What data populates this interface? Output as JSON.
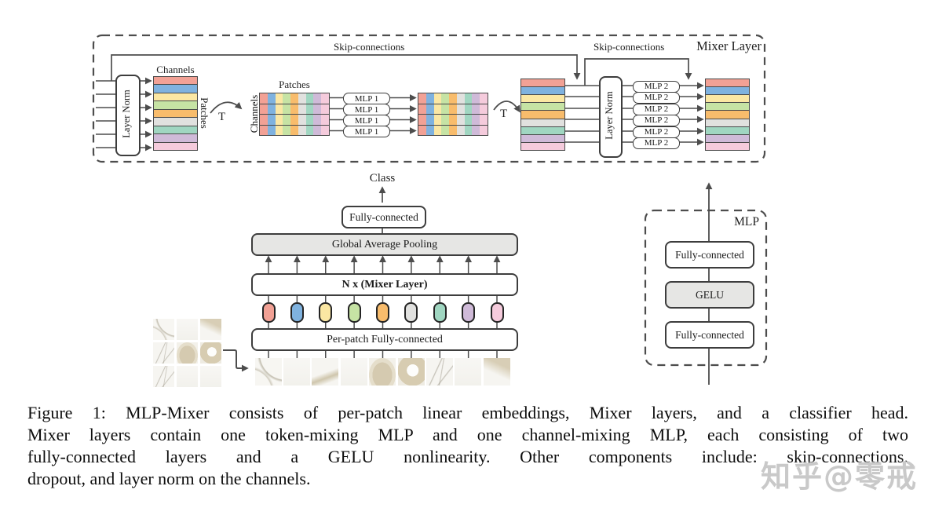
{
  "mixer": {
    "title": "Mixer Layer",
    "skip1": "Skip-connections",
    "skip2": "Skip-connections",
    "ln1": "Layer Norm",
    "ln2": "Layer Norm",
    "m1_top": "Channels",
    "m1_side": "Patches",
    "m2_top": "Patches",
    "m2_side": "Channels",
    "t1": "T",
    "t2": "T",
    "mlp1": [
      "MLP 1",
      "MLP 1",
      "MLP 1",
      "MLP 1"
    ],
    "mlp2": [
      "MLP 2",
      "MLP 2",
      "MLP 2",
      "MLP 2",
      "MLP 2",
      "MLP 2"
    ]
  },
  "arch": {
    "class_label": "Class",
    "fc": "Fully-connected",
    "gap": "Global Average Pooling",
    "mixer_stack": "N x (Mixer Layer)",
    "per_patch": "Per-patch Fully-connected"
  },
  "mlp_block": {
    "title": "MLP",
    "fc_top": "Fully-connected",
    "gelu": "GELU",
    "fc_bottom": "Fully-connected"
  },
  "palette": [
    "#F2A195",
    "#7FB2DF",
    "#FBE7A3",
    "#C6E3A4",
    "#F8BC6C",
    "#E1E1DF",
    "#A0D6C1",
    "#CFBAD8",
    "#F5CBDC"
  ],
  "line_color": "#4d4d4d",
  "caption": {
    "line1": "Figure 1: MLP-Mixer consists of per-patch linear embeddings, Mixer layers, and a classifier head.",
    "line2": "Mixer layers contain one token-mixing MLP and one channel-mixing MLP, each consisting of two",
    "line3": "fully-connected layers and a GELU nonlinearity.  Other components include:  skip-connections,",
    "line4": "dropout, and layer norm on the channels."
  },
  "watermark": "知乎@零戒"
}
